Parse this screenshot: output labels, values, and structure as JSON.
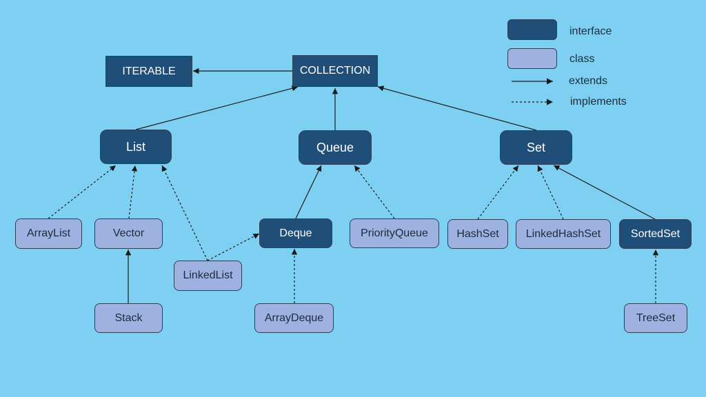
{
  "colors": {
    "background": "#7ed0f3",
    "interface": "#1f4e79",
    "class": "#9db2e0",
    "line": "#1a1a1a"
  },
  "legend": {
    "interface": "interface",
    "class": "class",
    "extends": "extends",
    "implements": "implements"
  },
  "nodes": {
    "iterable": "ITERABLE",
    "collection": "COLLECTION",
    "list": "List",
    "queue": "Queue",
    "set": "Set",
    "arraylist": "ArrayList",
    "vector": "Vector",
    "stack": "Stack",
    "linkedlist": "LinkedList",
    "deque": "Deque",
    "arraydeque": "ArrayDeque",
    "priorityqueue": "PriorityQueue",
    "hashset": "HashSet",
    "linkedhashset": "LinkedHashSet",
    "sortedset": "SortedSet",
    "treeset": "TreeSet"
  },
  "relations": [
    {
      "from": "collection",
      "to": "iterable",
      "kind": "extends"
    },
    {
      "from": "list",
      "to": "collection",
      "kind": "extends"
    },
    {
      "from": "queue",
      "to": "collection",
      "kind": "extends"
    },
    {
      "from": "set",
      "to": "collection",
      "kind": "extends"
    },
    {
      "from": "arraylist",
      "to": "list",
      "kind": "implements"
    },
    {
      "from": "vector",
      "to": "list",
      "kind": "implements"
    },
    {
      "from": "linkedlist",
      "to": "list",
      "kind": "implements"
    },
    {
      "from": "stack",
      "to": "vector",
      "kind": "extends"
    },
    {
      "from": "linkedlist",
      "to": "deque",
      "kind": "implements"
    },
    {
      "from": "deque",
      "to": "queue",
      "kind": "extends"
    },
    {
      "from": "priorityqueue",
      "to": "queue",
      "kind": "implements"
    },
    {
      "from": "arraydeque",
      "to": "deque",
      "kind": "implements"
    },
    {
      "from": "hashset",
      "to": "set",
      "kind": "implements"
    },
    {
      "from": "linkedhashset",
      "to": "set",
      "kind": "implements"
    },
    {
      "from": "sortedset",
      "to": "set",
      "kind": "extends"
    },
    {
      "from": "treeset",
      "to": "sortedset",
      "kind": "implements"
    }
  ]
}
